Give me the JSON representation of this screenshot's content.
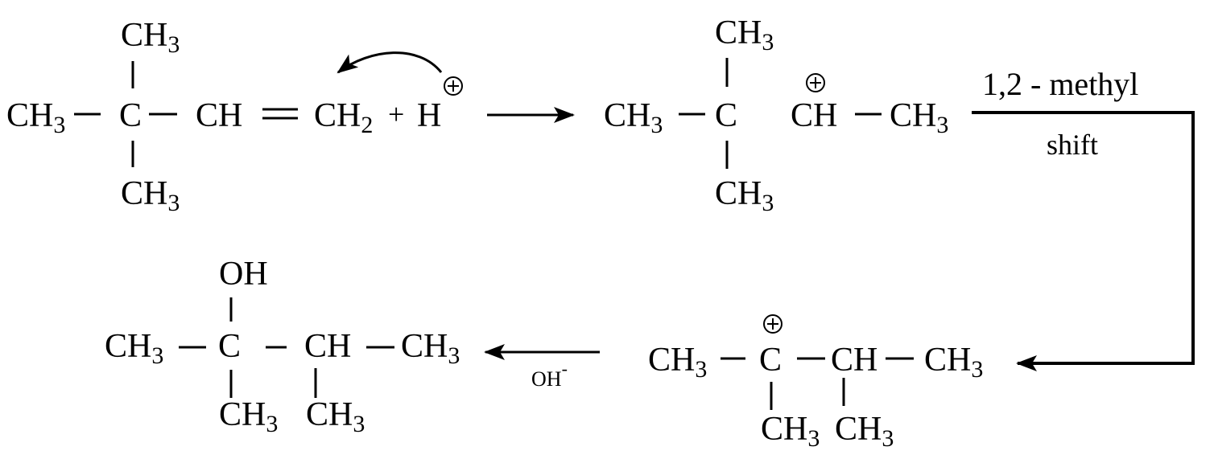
{
  "reaction": {
    "reactant": {
      "left_methyl": "CH3",
      "center_carbon": "C",
      "top_methyl": "CH3",
      "bottom_methyl": "CH3",
      "alkene_ch": "CH",
      "alkene_ch2": "CH2",
      "plus": "+",
      "proton": "H"
    },
    "secondary_carbocation": {
      "left_methyl": "CH3",
      "center_carbon": "C",
      "top_methyl": "CH3",
      "bottom_methyl": "CH3",
      "cation_ch": "CH",
      "right_methyl": "CH3"
    },
    "shift_label": {
      "line1": "1,2 - methyl",
      "line2": "shift"
    },
    "tertiary_carbocation": {
      "left_methyl": "CH3",
      "cation_carbon": "C",
      "ch": "CH",
      "right_methyl": "CH3",
      "bottom_methyl_1": "CH3",
      "bottom_methyl_2": "CH3"
    },
    "reagent": {
      "label": "OH",
      "charge": "-"
    },
    "product": {
      "hydroxyl": "OH",
      "left_methyl": "CH3",
      "carbon": "C",
      "ch": "CH",
      "right_methyl": "CH3",
      "bottom_methyl_1": "CH3",
      "bottom_methyl_2": "CH3"
    }
  }
}
